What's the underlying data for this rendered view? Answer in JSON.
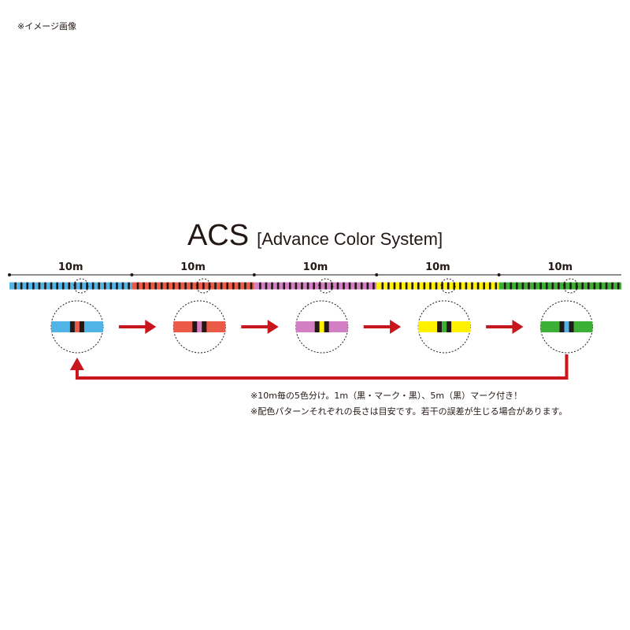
{
  "image_note": "※イメージ画像",
  "title": {
    "main": "ACS",
    "sub": "[Advance Color System]"
  },
  "segments": [
    {
      "label": "10m",
      "color": "#50b4e6",
      "color_name": "blue"
    },
    {
      "label": "10m",
      "color": "#ea5a46",
      "color_name": "red"
    },
    {
      "label": "10m",
      "color": "#d27fc4",
      "color_name": "pink"
    },
    {
      "label": "10m",
      "color": "#fff200",
      "color_name": "yellow"
    },
    {
      "label": "10m",
      "color": "#3cb034",
      "color_name": "green"
    }
  ],
  "marker_color": "#231815",
  "accent_middle_stripe_color": "#d27fc4",
  "arrow_color": "#c8161d",
  "notes": [
    "※10m毎の5色分け。1m（黒・マーク・黒）、5m（黒）マーク付き！",
    "※配色パターンそれぞれの長さは目安です。若干の誤差が生じる場合があります。"
  ]
}
